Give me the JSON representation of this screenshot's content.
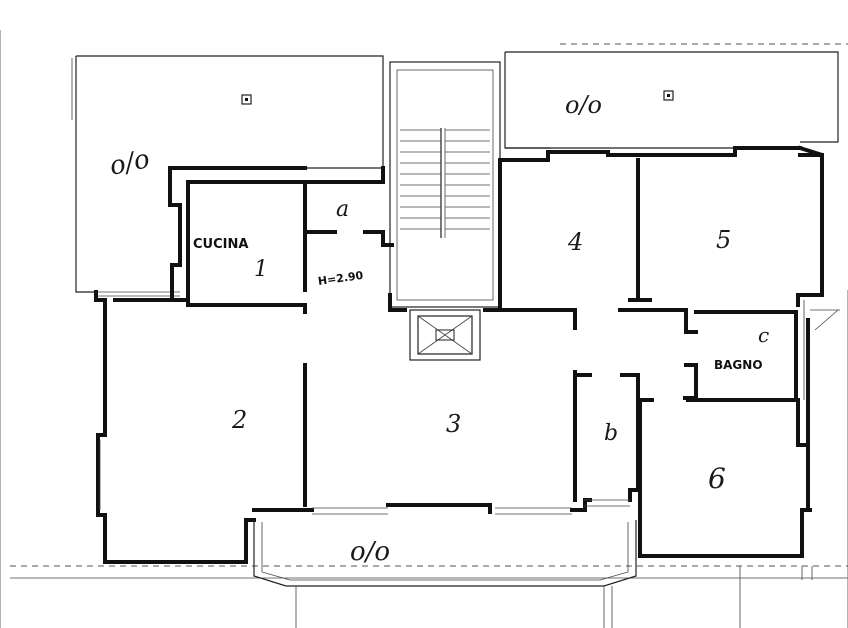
{
  "labels": {
    "terrace_top_left": "o/o",
    "terrace_top_right": "o/o",
    "terrace_bottom": "o/o",
    "kitchen_name": "CUCINA",
    "room_1": "1",
    "room_2": "2",
    "room_3": "3",
    "room_4": "4",
    "room_5": "5",
    "room_6": "6",
    "room_a": "a",
    "room_b": "b",
    "room_c": "c",
    "bath_name": "BAGNO",
    "height_note": "H=2.90"
  }
}
